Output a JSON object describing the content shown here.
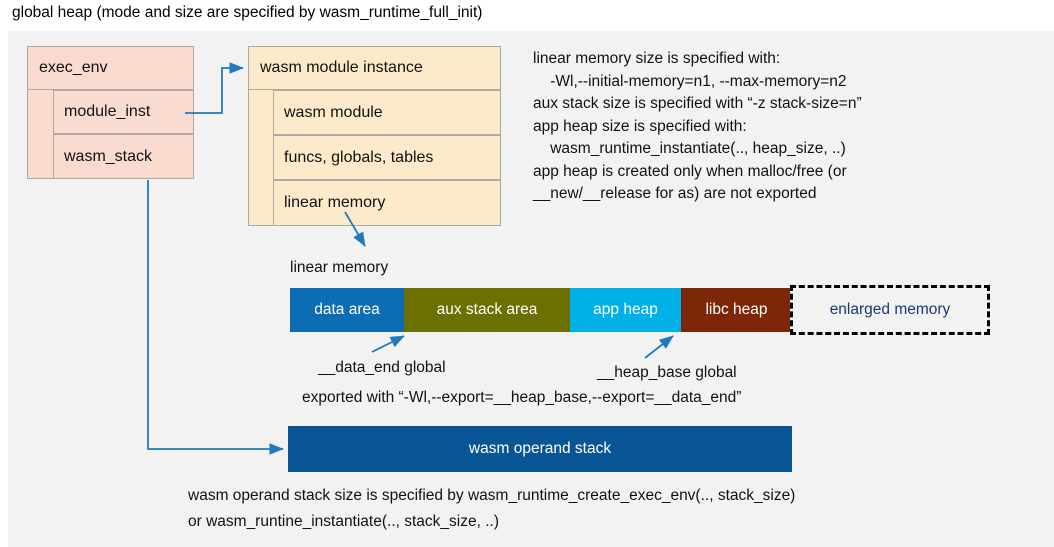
{
  "title": "global heap (mode and size are specified by wasm_runtime_full_init)",
  "colors": {
    "panel_bg": "#f2f2f2",
    "exec_env_fill": "#fadbcf",
    "module_inst_fill": "#fdeaca",
    "box_border": "#b0a9a0",
    "connector": "#1f7ac0",
    "data_area": "#0c6db5",
    "aux_stack_area": "#6b7001",
    "app_heap": "#00b0e8",
    "libc_heap": "#7e2608",
    "enlarged_memory_fill": "#f2f2f2",
    "enlarged_memory_border": "#000000",
    "enlarged_memory_text": "#1b3a6b",
    "operand_stack": "#0a5596"
  },
  "exec_env_box": {
    "header": "exec_env",
    "rows": [
      {
        "label": "module_inst"
      },
      {
        "label": "wasm_stack"
      }
    ]
  },
  "module_instance_box": {
    "header": "wasm module instance",
    "rows": [
      {
        "label": "wasm module"
      },
      {
        "label": "funcs, globals, tables"
      },
      {
        "label": "linear memory"
      }
    ]
  },
  "side_note": {
    "lines": [
      "linear memory size is specified with:",
      "    -Wl,--initial-memory=n1, --max-memory=n2",
      "aux stack size is specified with “-z stack-size=n”",
      "app heap size is specified with:",
      "    wasm_runtime_instantiate(.., heap_size, ..)",
      "app heap is created only when malloc/free (or",
      "__new/__release for as) are not exported"
    ],
    "text": "linear memory size is specified with:\n    -Wl,--initial-memory=n1, --max-memory=n2\naux stack size is specified with “-z stack-size=n”\napp heap size is specified with:\n    wasm_runtime_instantiate(.., heap_size, ..)\napp heap is created only when malloc/free (or\n__new/__release for as) are not exported"
  },
  "linear_memory": {
    "caption": "linear memory",
    "segments": [
      {
        "label": "data area",
        "color": "#0c6db5"
      },
      {
        "label": "aux stack area",
        "color": "#6b7001"
      },
      {
        "label": "app heap",
        "color": "#00b0e8"
      },
      {
        "label": "libc heap",
        "color": "#7e2608"
      },
      {
        "label": "enlarged memory",
        "color": "#f2f2f2"
      }
    ]
  },
  "annotations": {
    "data_end": "__data_end global",
    "heap_base": "__heap_base global",
    "exported_with": "exported with “-Wl,--export=__heap_base,--export=__data_end”"
  },
  "operand_stack": {
    "label": "wasm operand stack"
  },
  "bottom_note": {
    "line1": "wasm operand stack size is specified by wasm_runtime_create_exec_env(.., stack_size)",
    "line2": "or wasm_runtine_instantiate(.., stack_size, ..)",
    "text": "wasm operand stack size is specified by wasm_runtime_create_exec_env(.., stack_size)\nor wasm_runtine_instantiate(.., stack_size, ..)"
  }
}
